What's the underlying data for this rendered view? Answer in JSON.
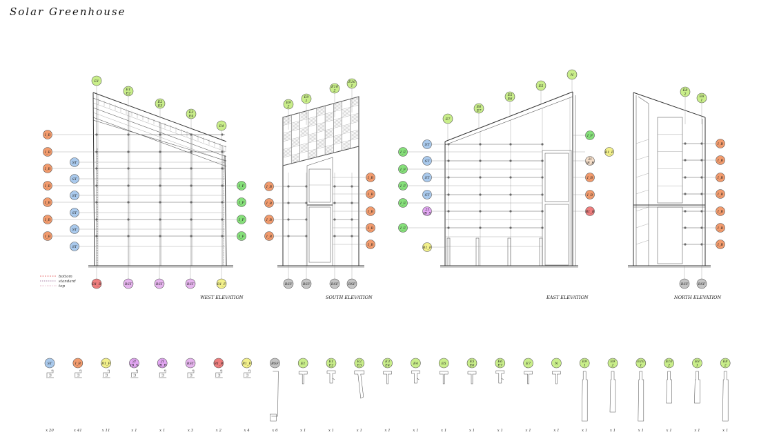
{
  "title": "Solar Greenhouse",
  "colors": {
    "ST": "#a9c9ec",
    "I_B": "#f29b6d",
    "I_F": "#86e07a",
    "B1_F": "#f2f08a",
    "B1_B": "#ee7d7d",
    "BST": "#e6b4ee",
    "BSF": "#c4c4c4",
    "E": "#c9ee8a",
    "I": "#f3dcc7",
    "W": "#e2a6f2"
  },
  "legend": [
    {
      "label": "bottom",
      "color": "#e04a4a",
      "dash": "2,1.5"
    },
    {
      "label": "standard",
      "color": "#8a5a8a",
      "dash": "1.5,1.5"
    },
    {
      "label": "top",
      "color": "#d88aa8",
      "dash": "1,1.5"
    }
  ],
  "elevations": [
    {
      "label": "WEST ELEVATION"
    },
    {
      "label": "SOUTH ELEVATION"
    },
    {
      "label": "EAST ELEVATION"
    },
    {
      "label": "NORTH ELEVATION"
    }
  ],
  "tags": {
    "west_top": [
      {
        "lines": [
          "E1"
        ],
        "c": "E"
      },
      {
        "lines": [
          "E1",
          "E2"
        ],
        "c": "E"
      },
      {
        "lines": [
          "E2",
          "E3"
        ],
        "c": "E"
      },
      {
        "lines": [
          "E3",
          "E4"
        ],
        "c": "E"
      },
      {
        "lines": [
          "E4"
        ],
        "c": "E"
      }
    ],
    "west_left": [
      {
        "lines": [
          "I_B"
        ],
        "c": "I_B"
      },
      {
        "lines": [
          "I_B"
        ],
        "c": "I_B"
      },
      {
        "lines": [
          "I_B"
        ],
        "c": "I_B"
      },
      {
        "lines": [
          "I_B"
        ],
        "c": "I_B"
      },
      {
        "lines": [
          "I_B"
        ],
        "c": "I_B"
      },
      {
        "lines": [
          "I_B"
        ],
        "c": "I_B"
      },
      {
        "lines": [
          "I_B"
        ],
        "c": "I_B"
      }
    ],
    "west_st": [
      {
        "lines": [
          "ST"
        ],
        "c": "ST"
      },
      {
        "lines": [
          "ST"
        ],
        "c": "ST"
      },
      {
        "lines": [
          "ST"
        ],
        "c": "ST"
      },
      {
        "lines": [
          "ST"
        ],
        "c": "ST"
      },
      {
        "lines": [
          "ST"
        ],
        "c": "ST"
      },
      {
        "lines": [
          "ST"
        ],
        "c": "ST"
      }
    ],
    "west_right": [
      {
        "lines": [
          "I_F"
        ],
        "c": "I_F"
      },
      {
        "lines": [
          "I_F"
        ],
        "c": "I_F"
      },
      {
        "lines": [
          "I_F"
        ],
        "c": "I_F"
      },
      {
        "lines": [
          "I_F"
        ],
        "c": "I_F"
      }
    ],
    "west_bottom": [
      {
        "lines": [
          "B1_B"
        ],
        "c": "B1_B"
      },
      {
        "lines": [
          "BST"
        ],
        "c": "BST"
      },
      {
        "lines": [
          "BST"
        ],
        "c": "BST"
      },
      {
        "lines": [
          "BST"
        ],
        "c": "BST"
      },
      {
        "lines": [
          "B1_F"
        ],
        "c": "B1_F"
      }
    ],
    "south_top": [
      {
        "lines": [
          "E9",
          "2"
        ],
        "c": "E"
      },
      {
        "lines": [
          "E9",
          "1"
        ],
        "c": "E"
      },
      {
        "lines": [
          "E10",
          "2"
        ],
        "c": "E"
      },
      {
        "lines": [
          "E10",
          "1"
        ],
        "c": "E"
      }
    ],
    "south_left": [
      {
        "lines": [
          "I_B"
        ],
        "c": "I_B"
      },
      {
        "lines": [
          "I_B"
        ],
        "c": "I_B"
      },
      {
        "lines": [
          "I_B"
        ],
        "c": "I_B"
      },
      {
        "lines": [
          "I_B"
        ],
        "c": "I_B"
      }
    ],
    "south_right": [
      {
        "lines": [
          "I_B"
        ],
        "c": "I_B"
      },
      {
        "lines": [
          "I_B"
        ],
        "c": "I_B"
      },
      {
        "lines": [
          "I_B"
        ],
        "c": "I_B"
      },
      {
        "lines": [
          "I_B"
        ],
        "c": "I_B"
      },
      {
        "lines": [
          "I_B"
        ],
        "c": "I_B"
      }
    ],
    "south_bottom": [
      {
        "lines": [
          "BSF"
        ],
        "c": "BSF"
      },
      {
        "lines": [
          "BSF"
        ],
        "c": "BSF"
      },
      {
        "lines": [
          "BSF"
        ],
        "c": "BSF"
      },
      {
        "lines": [
          "BSF"
        ],
        "c": "BSF"
      }
    ],
    "east_top": [
      {
        "lines": [
          "E7"
        ],
        "c": "E"
      },
      {
        "lines": [
          "E6",
          "E7"
        ],
        "c": "E"
      },
      {
        "lines": [
          "E5",
          "E6"
        ],
        "c": "E"
      },
      {
        "lines": [
          "E5"
        ],
        "c": "E"
      },
      {
        "lines": [
          "N"
        ],
        "c": "E"
      }
    ],
    "east_left": [
      {
        "lines": [
          "I_F"
        ],
        "c": "I_F"
      },
      {
        "lines": [
          "I_F"
        ],
        "c": "I_F"
      },
      {
        "lines": [
          "I_F"
        ],
        "c": "I_F"
      },
      {
        "lines": [
          "I_F"
        ],
        "c": "I_F"
      },
      {
        "lines": [
          "I_F"
        ],
        "c": "I_F"
      }
    ],
    "east_st": [
      {
        "lines": [
          "ST"
        ],
        "c": "ST"
      },
      {
        "lines": [
          "ST"
        ],
        "c": "ST"
      },
      {
        "lines": [
          "ST"
        ],
        "c": "ST"
      },
      {
        "lines": [
          "ST"
        ],
        "c": "ST"
      },
      {
        "lines": [
          "2I",
          "IB_S"
        ],
        "c": "W"
      },
      {
        "lines": [
          "B1_F"
        ],
        "c": "B1_F"
      }
    ],
    "east_right": [
      {
        "lines": [
          "I_F"
        ],
        "c": "I_F"
      },
      {
        "lines": [
          "B1_F"
        ],
        "c": "B1_F"
      },
      {
        "lines": [
          "2I",
          "IB_B"
        ],
        "c": "I"
      },
      {
        "lines": [
          "I_B"
        ],
        "c": "I_B"
      },
      {
        "lines": [
          "I_B"
        ],
        "c": "I_B"
      },
      {
        "lines": [
          "B1_B"
        ],
        "c": "B1_B"
      }
    ],
    "north_top": [
      {
        "lines": [
          "E8",
          "2"
        ],
        "c": "E"
      },
      {
        "lines": [
          "E8",
          "1"
        ],
        "c": "E"
      }
    ],
    "north_right": [
      {
        "lines": [
          "I_B"
        ],
        "c": "I_B"
      },
      {
        "lines": [
          "I_B"
        ],
        "c": "I_B"
      },
      {
        "lines": [
          "I_B"
        ],
        "c": "I_B"
      },
      {
        "lines": [
          "I_B"
        ],
        "c": "I_B"
      },
      {
        "lines": [
          "I_B"
        ],
        "c": "I_B"
      },
      {
        "lines": [
          "I_B"
        ],
        "c": "I_B"
      },
      {
        "lines": [
          "I_B"
        ],
        "c": "I_B"
      }
    ],
    "north_bottom": [
      {
        "lines": [
          "BSF"
        ],
        "c": "BSF"
      },
      {
        "lines": [
          "BSF"
        ],
        "c": "BSF"
      }
    ]
  },
  "parts": [
    {
      "lines": [
        "ST"
      ],
      "c": "ST",
      "qty": "x 20",
      "shape": "clip"
    },
    {
      "lines": [
        "I_B"
      ],
      "c": "I_B",
      "qty": "x 41",
      "shape": "clip"
    },
    {
      "lines": [
        "B1_F"
      ],
      "c": "B1_F",
      "qty": "x 11",
      "shape": "clip"
    },
    {
      "lines": [
        "2I",
        "IB_S"
      ],
      "c": "W",
      "qty": "x 1",
      "shape": "clip"
    },
    {
      "lines": [
        "2I",
        "IB_B"
      ],
      "c": "W",
      "qty": "x 1",
      "shape": "clip"
    },
    {
      "lines": [
        "BST"
      ],
      "c": "BST",
      "qty": "x 3",
      "shape": "clip"
    },
    {
      "lines": [
        "B1_B"
      ],
      "c": "B1_B",
      "qty": "x 2",
      "shape": "clip"
    },
    {
      "lines": [
        "B1_F"
      ],
      "c": "B1_F",
      "qty": "x 4",
      "shape": "clip"
    },
    {
      "lines": [
        "BSF"
      ],
      "c": "BSF",
      "qty": "x 6",
      "shape": "post"
    },
    {
      "lines": [
        "E1"
      ],
      "c": "E",
      "qty": "x 1",
      "shape": "tee"
    },
    {
      "lines": [
        "E1",
        "E2"
      ],
      "c": "E",
      "qty": "x 1",
      "shape": "tee2"
    },
    {
      "lines": [
        "E2",
        "E3"
      ],
      "c": "E",
      "qty": "x 1",
      "shape": "teeL"
    },
    {
      "lines": [
        "E3",
        "E4"
      ],
      "c": "E",
      "qty": "x 1",
      "shape": "tee"
    },
    {
      "lines": [
        "E4"
      ],
      "c": "E",
      "qty": "x 1",
      "shape": "tee2"
    },
    {
      "lines": [
        "E5"
      ],
      "c": "E",
      "qty": "x 1",
      "shape": "tee"
    },
    {
      "lines": [
        "E5",
        "E6"
      ],
      "c": "E",
      "qty": "x 1",
      "shape": "tee"
    },
    {
      "lines": [
        "E6",
        "E7"
      ],
      "c": "E",
      "qty": "x 1",
      "shape": "tee2"
    },
    {
      "lines": [
        "E7"
      ],
      "c": "E",
      "qty": "x 1",
      "shape": "tee"
    },
    {
      "lines": [
        "N"
      ],
      "c": "E",
      "qty": "x 1",
      "shape": "tee"
    },
    {
      "lines": [
        "E9",
        "1"
      ],
      "c": "E",
      "qty": "x 1",
      "shape": "mullionL"
    },
    {
      "lines": [
        "E9",
        "2"
      ],
      "c": "E",
      "qty": "x 1",
      "shape": "mullionM"
    },
    {
      "lines": [
        "E10",
        "1"
      ],
      "c": "E",
      "qty": "x 1",
      "shape": "mullionL"
    },
    {
      "lines": [
        "E10",
        "2"
      ],
      "c": "E",
      "qty": "x 1",
      "shape": "mullionS"
    },
    {
      "lines": [
        "E8",
        "1"
      ],
      "c": "E",
      "qty": "x 1",
      "shape": "mullionS"
    },
    {
      "lines": [
        "E8",
        "2"
      ],
      "c": "E",
      "qty": "x 1",
      "shape": "mullionL"
    }
  ]
}
